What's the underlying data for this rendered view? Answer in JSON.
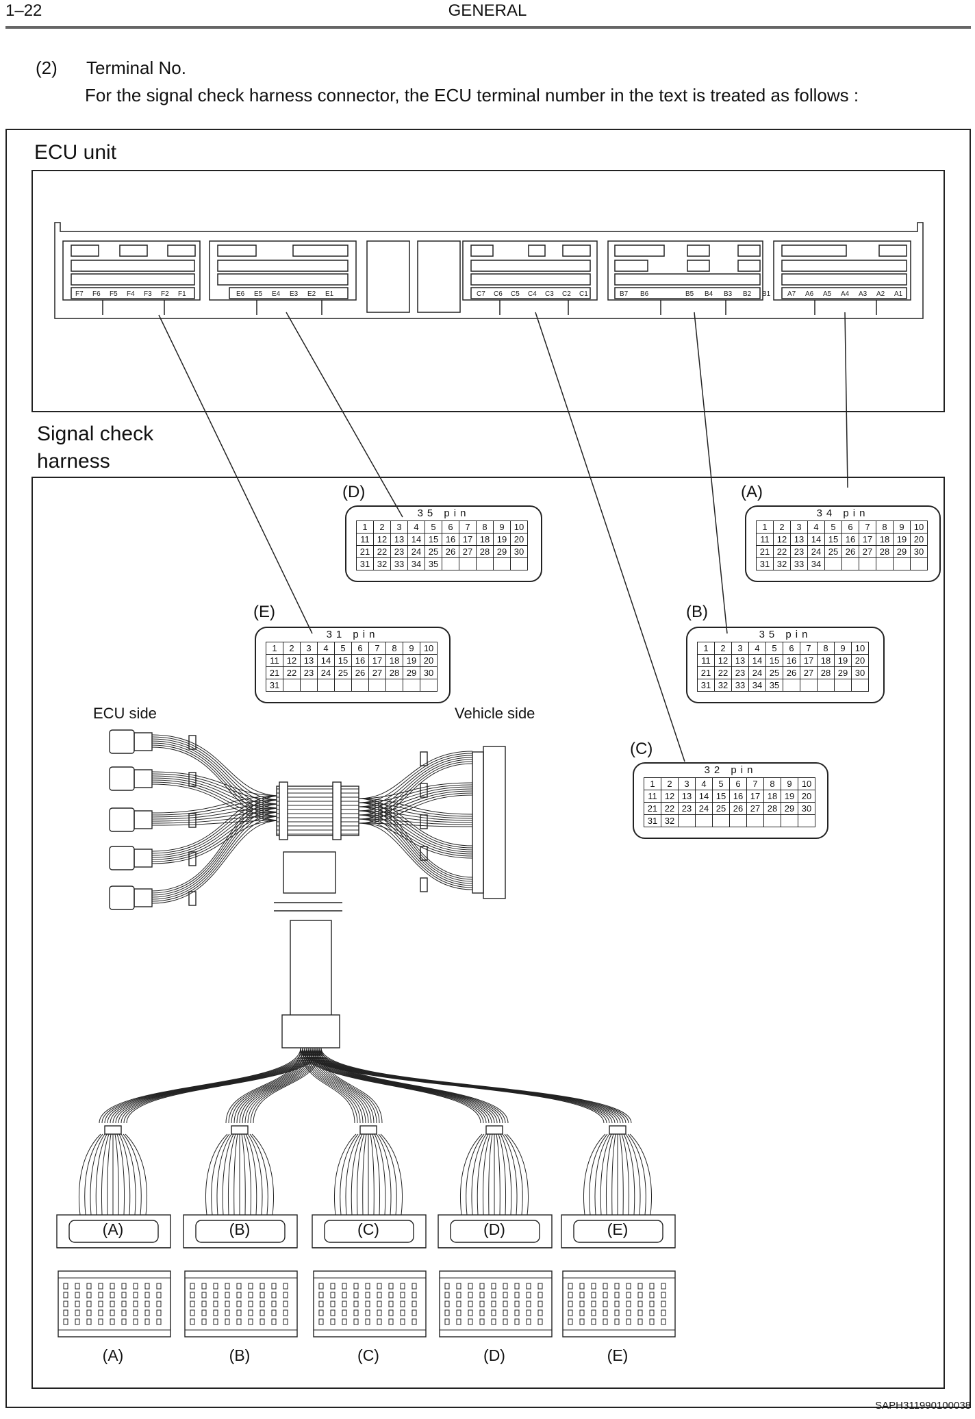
{
  "header": {
    "page_number": "1–22",
    "title": "GENERAL"
  },
  "intro": {
    "item_number": "(2)",
    "item_title": "Terminal No.",
    "sentence": "For the signal check harness connector,  the ECU terminal number in the text is treated as follows :"
  },
  "sections": {
    "ecu_unit": "ECU unit",
    "signal_check_harness": "Signal check harness"
  },
  "ecu_connector_labels": {
    "F": [
      "F7",
      "F6",
      "F5",
      "F4",
      "F3",
      "F2",
      "F1"
    ],
    "E": [
      "E6",
      "E5",
      "E4",
      "E3",
      "E2",
      "E1"
    ],
    "C": [
      "C7",
      "C6",
      "C5",
      "C4",
      "C3",
      "C2",
      "C1"
    ],
    "B": [
      "B7",
      "B6",
      "B5",
      "B4",
      "B3",
      "B2",
      "B1"
    ],
    "A": [
      "A7",
      "A6",
      "A5",
      "A4",
      "A3",
      "A2",
      "A1"
    ]
  },
  "pin_connectors": [
    {
      "id": "D",
      "label": "(D)",
      "pin_header": "35  pin",
      "count": 35
    },
    {
      "id": "A",
      "label": "(A)",
      "pin_header": "34  pin",
      "count": 34
    },
    {
      "id": "E",
      "label": "(E)",
      "pin_header": "31  pin",
      "count": 31
    },
    {
      "id": "B",
      "label": "(B)",
      "pin_header": "35  pin",
      "count": 35
    },
    {
      "id": "C",
      "label": "(C)",
      "pin_header": "32  pin",
      "count": 32
    }
  ],
  "harness": {
    "ecu_side": "ECU side",
    "vehicle_side": "Vehicle side"
  },
  "plug_labels": [
    "(A)",
    "(B)",
    "(C)",
    "(D)",
    "(E)"
  ],
  "connector_captions": [
    "(A)",
    "(B)",
    "(C)",
    "(D)",
    "(E)"
  ],
  "footer": {
    "code": "SAPH311990100038"
  }
}
